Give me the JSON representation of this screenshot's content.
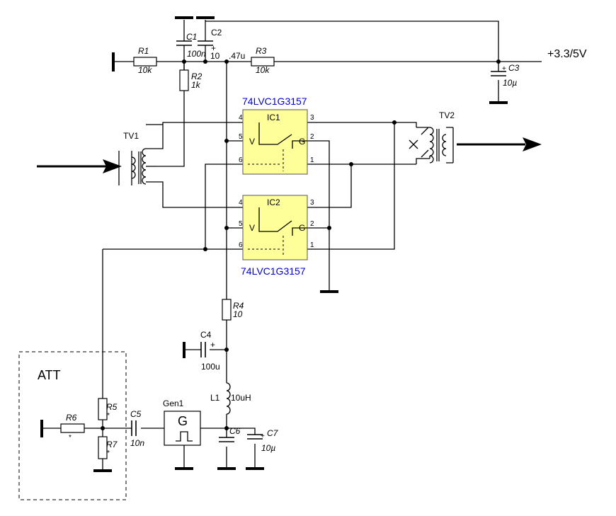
{
  "supply_label": "+3.3/5V",
  "ic1": {
    "name": "IC1",
    "part": "74LVC1G3157",
    "pins": {
      "p4": "4",
      "p5": "5",
      "p6": "6",
      "p3": "3",
      "p2": "2",
      "p1": "1"
    },
    "v_label": "V",
    "g_label": "G"
  },
  "ic2": {
    "name": "IC2",
    "part": "74LVC1G3157",
    "pins": {
      "p4": "4",
      "p5": "5",
      "p6": "6",
      "p3": "3",
      "p2": "2",
      "p1": "1"
    },
    "v_label": "V",
    "g_label": "G"
  },
  "transformers": {
    "tv1": "TV1",
    "tv2": "TV2"
  },
  "resistors": {
    "r1": {
      "name": "R1",
      "value": "10k"
    },
    "r2": {
      "name": "R2",
      "value": "1k"
    },
    "r3": {
      "name": "R3",
      "value": "10k"
    },
    "r4": {
      "name": "R4",
      "value": "10"
    },
    "r5": {
      "name": "R5",
      "value": "*"
    },
    "r6": {
      "name": "R6",
      "value": "*"
    },
    "r7": {
      "name": "R7",
      "value": "*"
    }
  },
  "capacitors": {
    "c1": {
      "name": "C1",
      "value": "100n"
    },
    "c2": {
      "name": "C2",
      "value": "10...47u",
      "value_a": "10",
      "value_b": ".47u",
      "polarity": "+"
    },
    "c3": {
      "name": "C3",
      "value": "10µ",
      "polarity": "+"
    },
    "c4": {
      "name": "C4",
      "value": "100u",
      "polarity": "+"
    },
    "c5": {
      "name": "C5",
      "value": "10n"
    },
    "c6": {
      "name": "C6"
    },
    "c7": {
      "name": "C7",
      "value": "10µ",
      "polarity": "+"
    }
  },
  "inductor": {
    "name": "L1",
    "value": "10uH"
  },
  "generator": {
    "name": "Gen1",
    "symbol": "G"
  },
  "attenuator": {
    "label": "ATT"
  },
  "colors": {
    "ic_fill": "#ffff99",
    "part_label": "#0000cc",
    "wire": "#000000"
  }
}
